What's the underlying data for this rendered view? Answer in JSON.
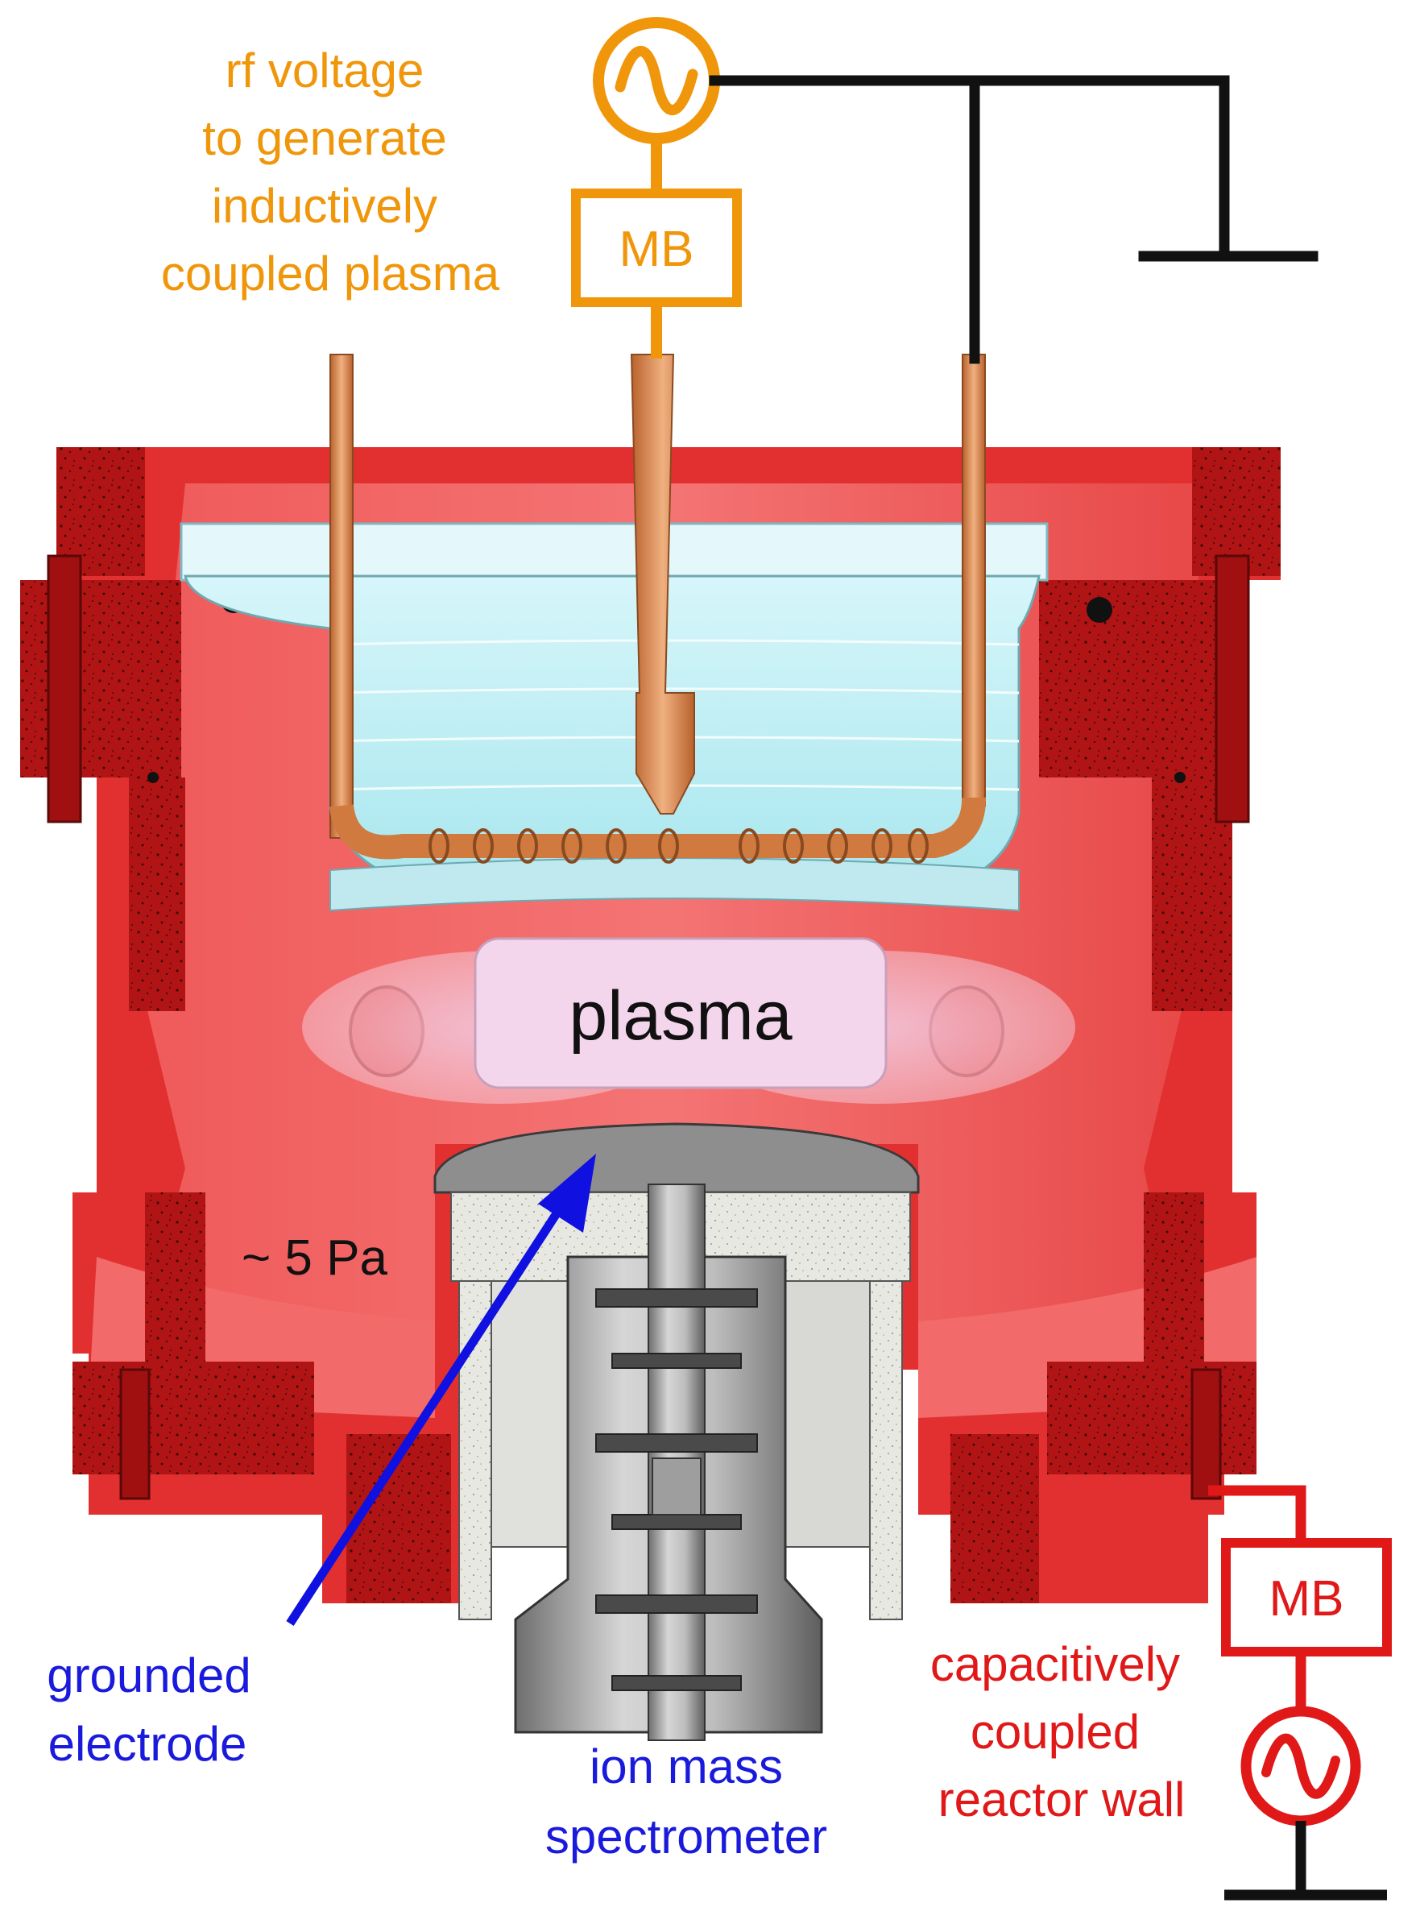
{
  "labels": {
    "rf_voltage": [
      "rf voltage",
      "to generate",
      "inductively",
      "coupled plasma"
    ],
    "mb_top": "MB",
    "plasma": "plasma",
    "pressure": "~ 5 Pa",
    "grounded_electrode": [
      "grounded",
      "electrode"
    ],
    "ion_mass_spectrometer": [
      "ion mass",
      "spectrometer"
    ],
    "mb_bottom": "MB",
    "capacitive_wall": [
      "capacitively",
      "coupled",
      "reactor wall"
    ]
  },
  "colors": {
    "rf_orange": "#F0960A",
    "reactor_red": "#E02020",
    "wall_dark_red": "#B01010",
    "arrow_blue": "#1010E0",
    "label_blue": "#1A1ADC",
    "label_red": "#E01818",
    "wire_black": "#111111",
    "copper": "#D8844A",
    "glass": "#BDEFF5",
    "plasma_pink": "#F4C8E0",
    "spectrometer_grey": "#9A9A9A"
  },
  "icons": {
    "rf_source_top": "sine-wave-source-icon",
    "rf_source_bottom": "sine-wave-source-icon",
    "ground_top": "ground-symbol-icon",
    "ground_bottom": "ground-symbol-icon"
  }
}
